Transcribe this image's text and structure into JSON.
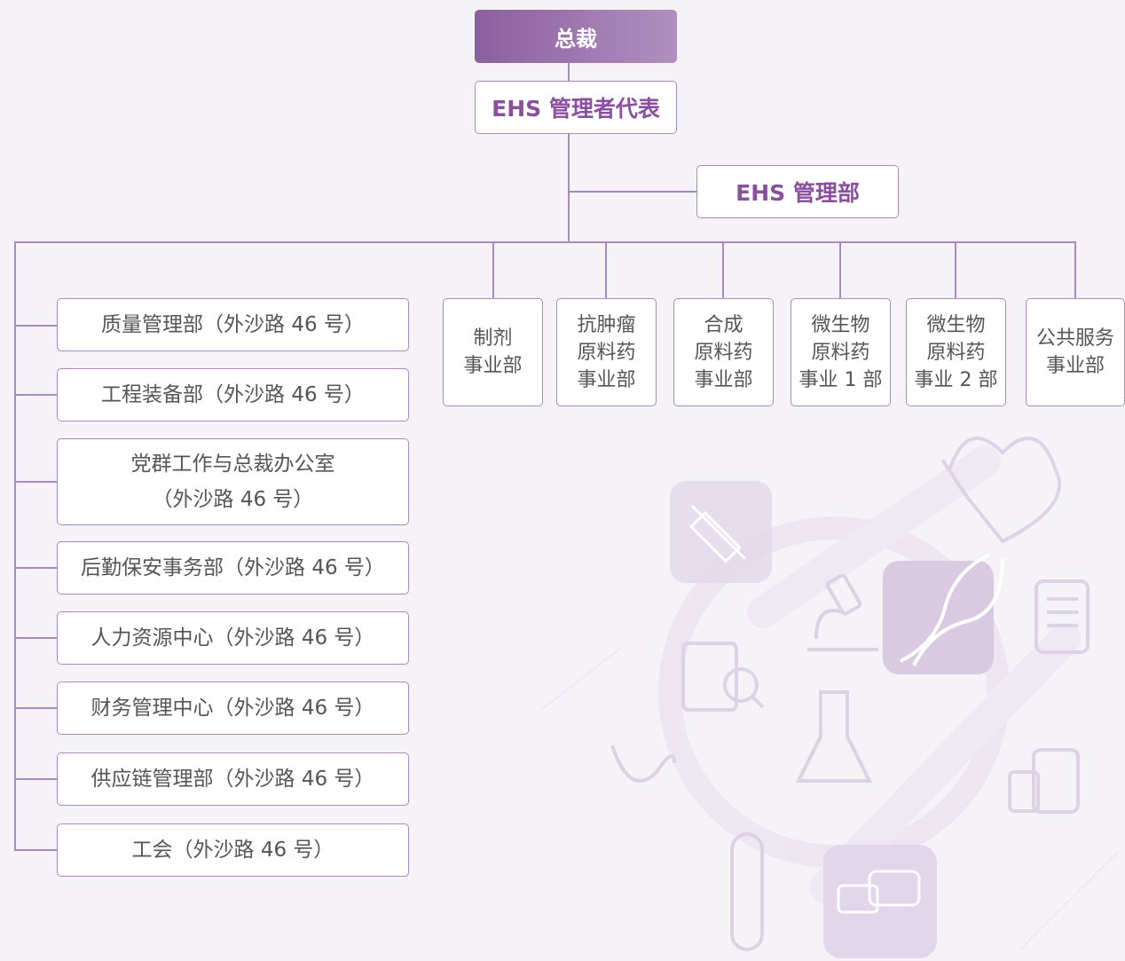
{
  "colors": {
    "accent": "#8a4f9e",
    "border": "#a88bbc",
    "header_gradient_start": "#8c5f9e",
    "header_gradient_end": "#b08fc0",
    "background": "#f6f3f8"
  },
  "top": {
    "title": "总裁"
  },
  "representative": {
    "title": "EHS 管理者代表"
  },
  "ehs_department": {
    "title": "EHS 管理部"
  },
  "left_departments": [
    {
      "lines": [
        "质量管理部（外沙路 46 号）"
      ]
    },
    {
      "lines": [
        "工程装备部（外沙路 46 号）"
      ]
    },
    {
      "lines": [
        "党群工作与总裁办公室",
        "（外沙路 46 号）"
      ]
    },
    {
      "lines": [
        "后勤保安事务部（外沙路 46 号）"
      ]
    },
    {
      "lines": [
        "人力资源中心（外沙路 46 号）"
      ]
    },
    {
      "lines": [
        "财务管理中心（外沙路 46 号）"
      ]
    },
    {
      "lines": [
        "供应链管理部（外沙路 46 号）"
      ]
    },
    {
      "lines": [
        "工会（外沙路 46 号）"
      ]
    }
  ],
  "business_units": [
    {
      "lines": [
        "制剂",
        "事业部"
      ]
    },
    {
      "lines": [
        "抗肿瘤",
        "原料药",
        "事业部"
      ]
    },
    {
      "lines": [
        "合成",
        "原料药",
        "事业部"
      ]
    },
    {
      "lines": [
        "微生物",
        "原料药",
        "事业 1 部"
      ]
    },
    {
      "lines": [
        "微生物",
        "原料药",
        "事业 2 部"
      ]
    },
    {
      "lines": [
        "公共服务",
        "事业部"
      ]
    }
  ],
  "decoration_icons": [
    "syringe-icon",
    "heart-icon",
    "microscope-icon",
    "dna-icon",
    "clipboard-icon",
    "document-search-icon",
    "flask-icon",
    "stethoscope-icon",
    "test-tube-icon",
    "chat-icon",
    "medicine-bottle-icon"
  ]
}
